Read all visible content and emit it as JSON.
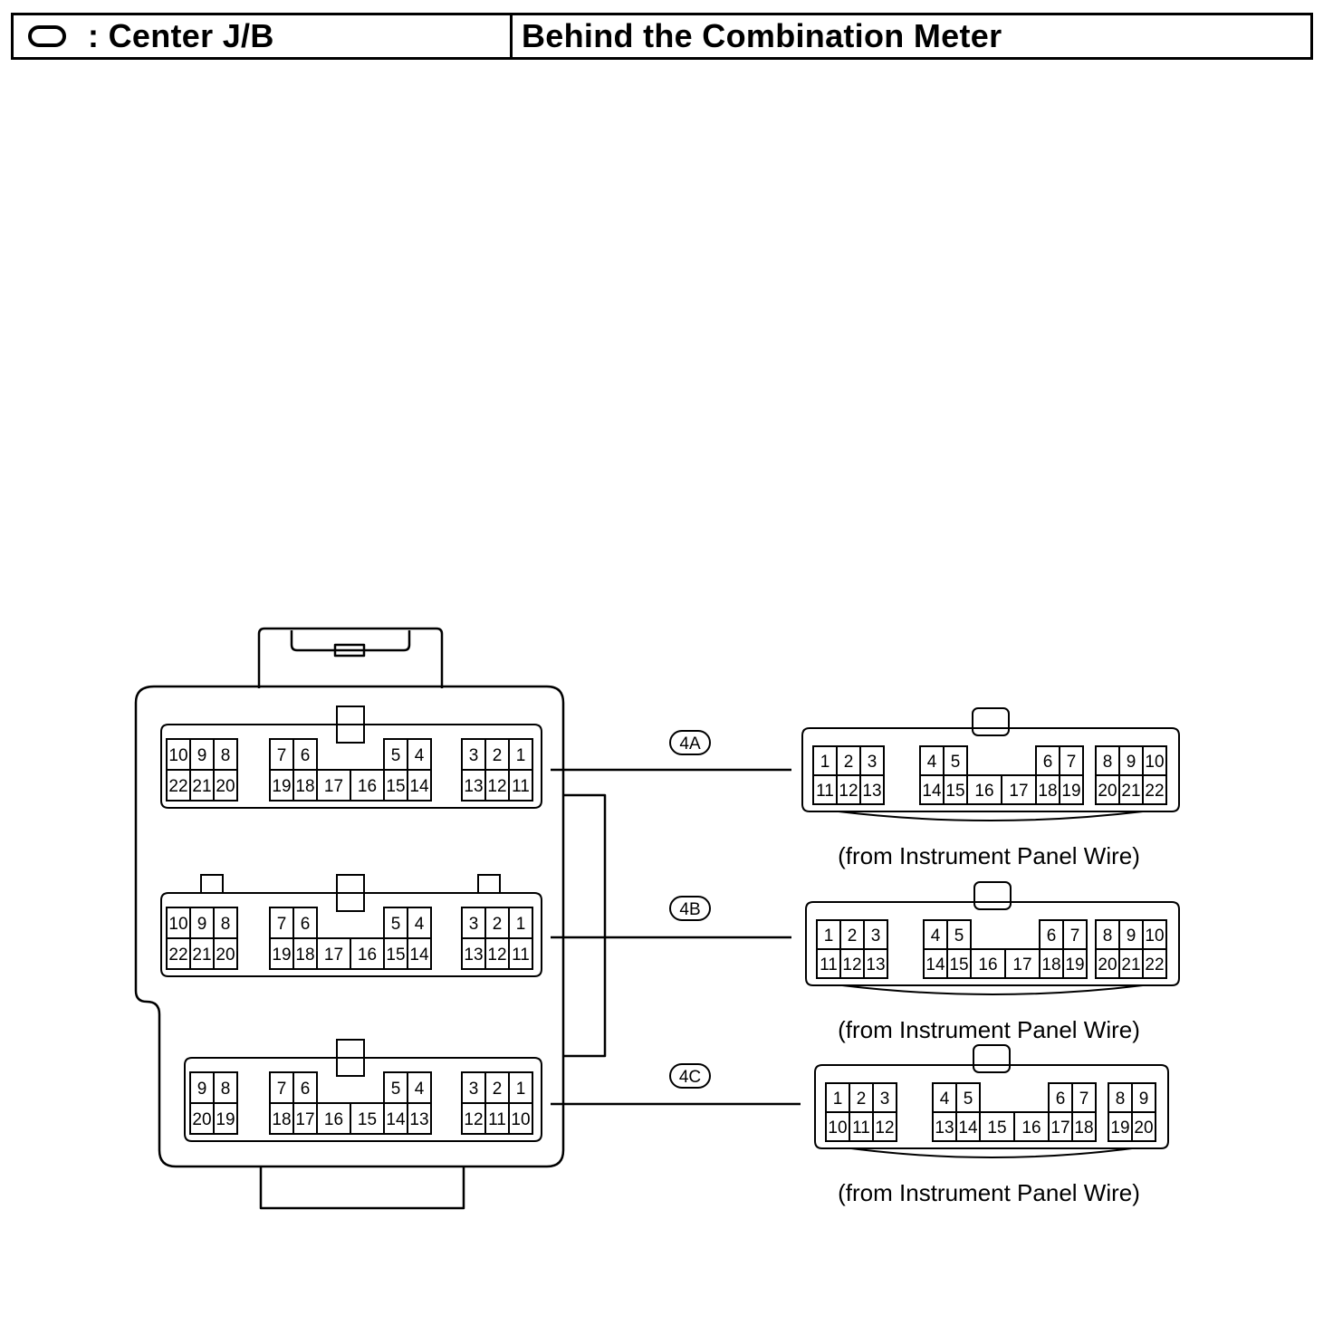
{
  "header": {
    "label": ": Center J/B",
    "location": "Behind the Combination Meter"
  },
  "jb_connectors": [
    {
      "top": [
        "10",
        "9",
        "8",
        "7",
        "6",
        "5",
        "4",
        "3",
        "2",
        "1"
      ],
      "bottom": [
        "22",
        "21",
        "20",
        "19",
        "18",
        "17",
        "16",
        "15",
        "14",
        "13",
        "12",
        "11"
      ]
    },
    {
      "top": [
        "10",
        "9",
        "8",
        "7",
        "6",
        "5",
        "4",
        "3",
        "2",
        "1"
      ],
      "bottom": [
        "22",
        "21",
        "20",
        "19",
        "18",
        "17",
        "16",
        "15",
        "14",
        "13",
        "12",
        "11"
      ]
    },
    {
      "top": [
        "9",
        "8",
        "7",
        "6",
        "5",
        "4",
        "3",
        "2",
        "1"
      ],
      "bottom": [
        "20",
        "19",
        "18",
        "17",
        "16",
        "15",
        "14",
        "13",
        "12",
        "11",
        "10"
      ]
    }
  ],
  "wire_connectors": [
    {
      "code": "4A",
      "caption": "(from Instrument Panel Wire)",
      "top": [
        "1",
        "2",
        "3",
        "4",
        "5",
        "6",
        "7",
        "8",
        "9",
        "10"
      ],
      "bottom": [
        "11",
        "12",
        "13",
        "14",
        "15",
        "16",
        "17",
        "18",
        "19",
        "20",
        "21",
        "22"
      ]
    },
    {
      "code": "4B",
      "caption": "(from Instrument Panel Wire)",
      "top": [
        "1",
        "2",
        "3",
        "4",
        "5",
        "6",
        "7",
        "8",
        "9",
        "10"
      ],
      "bottom": [
        "11",
        "12",
        "13",
        "14",
        "15",
        "16",
        "17",
        "18",
        "19",
        "20",
        "21",
        "22"
      ]
    },
    {
      "code": "4C",
      "caption": "(from Instrument Panel Wire)",
      "top": [
        "1",
        "2",
        "3",
        "4",
        "5",
        "6",
        "7",
        "8",
        "9"
      ],
      "bottom": [
        "10",
        "11",
        "12",
        "13",
        "14",
        "15",
        "16",
        "17",
        "18",
        "19",
        "20"
      ]
    }
  ],
  "colors": {
    "line": "#000000",
    "background": "#ffffff"
  }
}
